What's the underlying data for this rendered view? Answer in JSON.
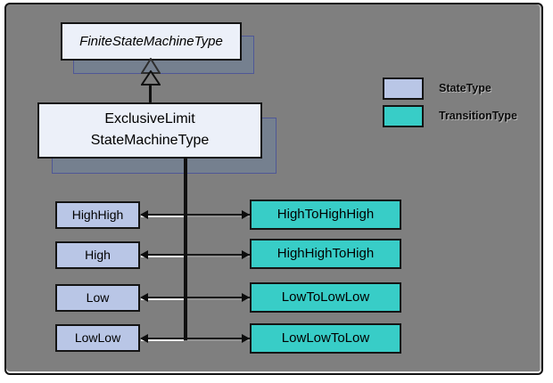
{
  "diagram": {
    "parent_type": {
      "label": "FiniteStateMachineType"
    },
    "machine_type": {
      "line1": "ExclusiveLimit",
      "line2": "StateMachineType"
    },
    "states": [
      {
        "label": "HighHigh"
      },
      {
        "label": "High"
      },
      {
        "label": "Low"
      },
      {
        "label": "LowLow"
      }
    ],
    "transitions": [
      {
        "label": "HighToHighHigh"
      },
      {
        "label": "HighHighToHigh"
      },
      {
        "label": "LowToLowLow"
      },
      {
        "label": "LowLowToLow"
      }
    ],
    "legend": {
      "items": [
        {
          "label": "StateType",
          "color": "#b9c6e6"
        },
        {
          "label": "TransitionType",
          "color": "#38cdc7"
        }
      ]
    },
    "colors": {
      "background": "#7f7f7f",
      "node_fill": "#ecf0f9",
      "state_fill": "#b9c6e6",
      "transition_fill": "#38cdc7",
      "shadow_fill": "#75808f",
      "border": "#141414"
    }
  }
}
